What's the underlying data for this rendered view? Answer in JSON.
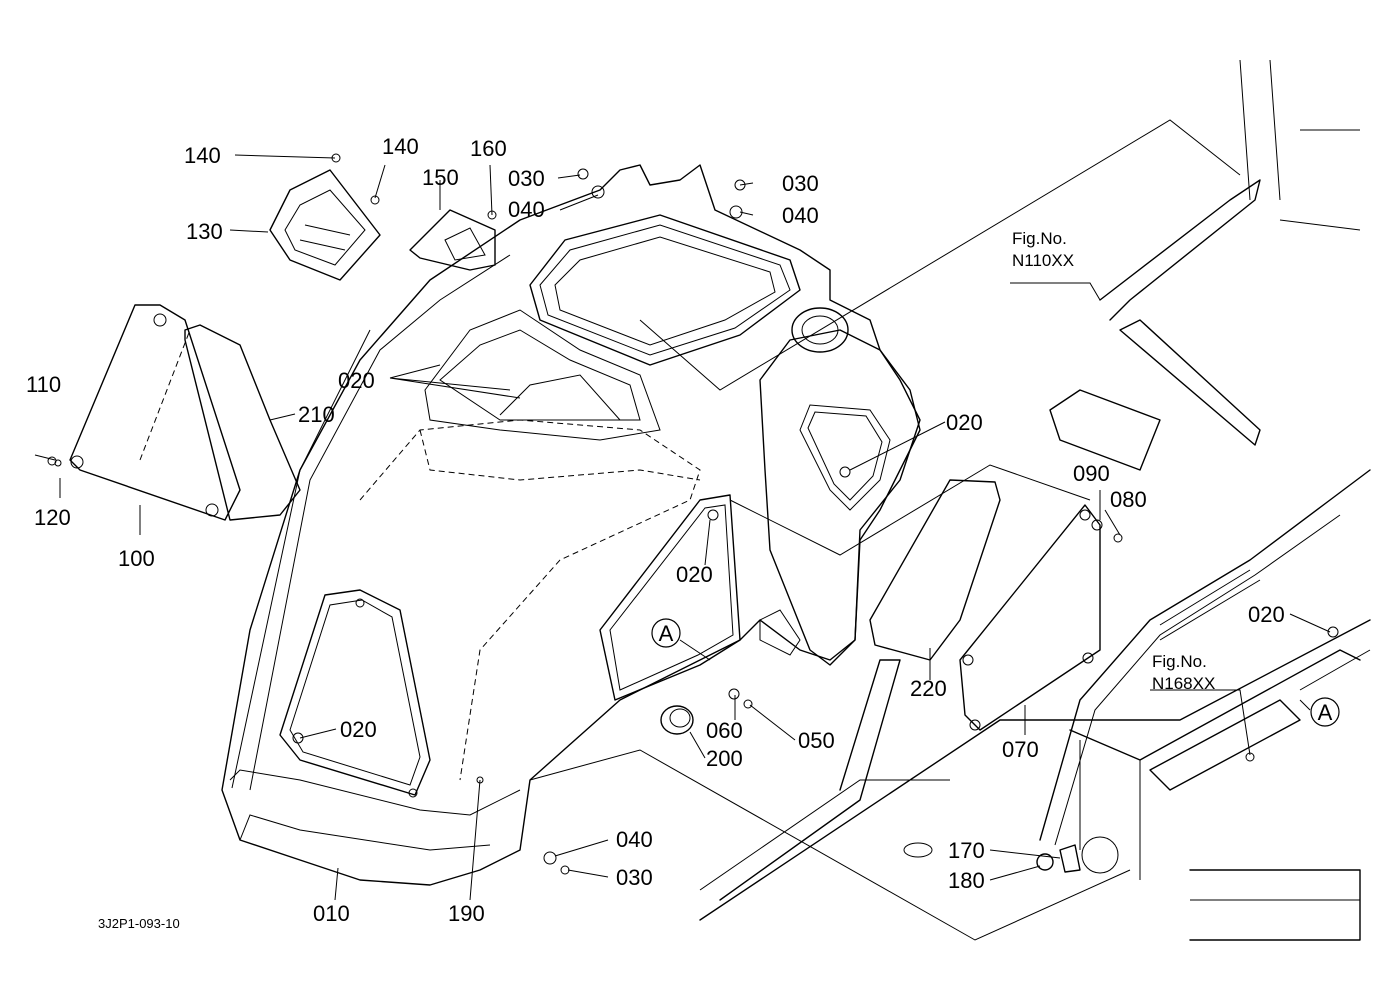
{
  "drawing_number": "3J2P1-093-10",
  "callouts": [
    "140",
    "140",
    "160",
    "150",
    "130",
    "030",
    "040",
    "030",
    "040",
    "110",
    "120",
    "100",
    "210",
    "020",
    "020",
    "020",
    "020",
    "020",
    "090",
    "080",
    "220",
    "070",
    "060",
    "050",
    "200",
    "010",
    "190",
    "040",
    "030",
    "170",
    "180"
  ],
  "fig_refs": [
    {
      "line1": "Fig.No.",
      "line2": "N110XX"
    },
    {
      "line1": "Fig.No.",
      "line2": "N168XX"
    }
  ],
  "reference_marks": [
    "A",
    "A"
  ]
}
